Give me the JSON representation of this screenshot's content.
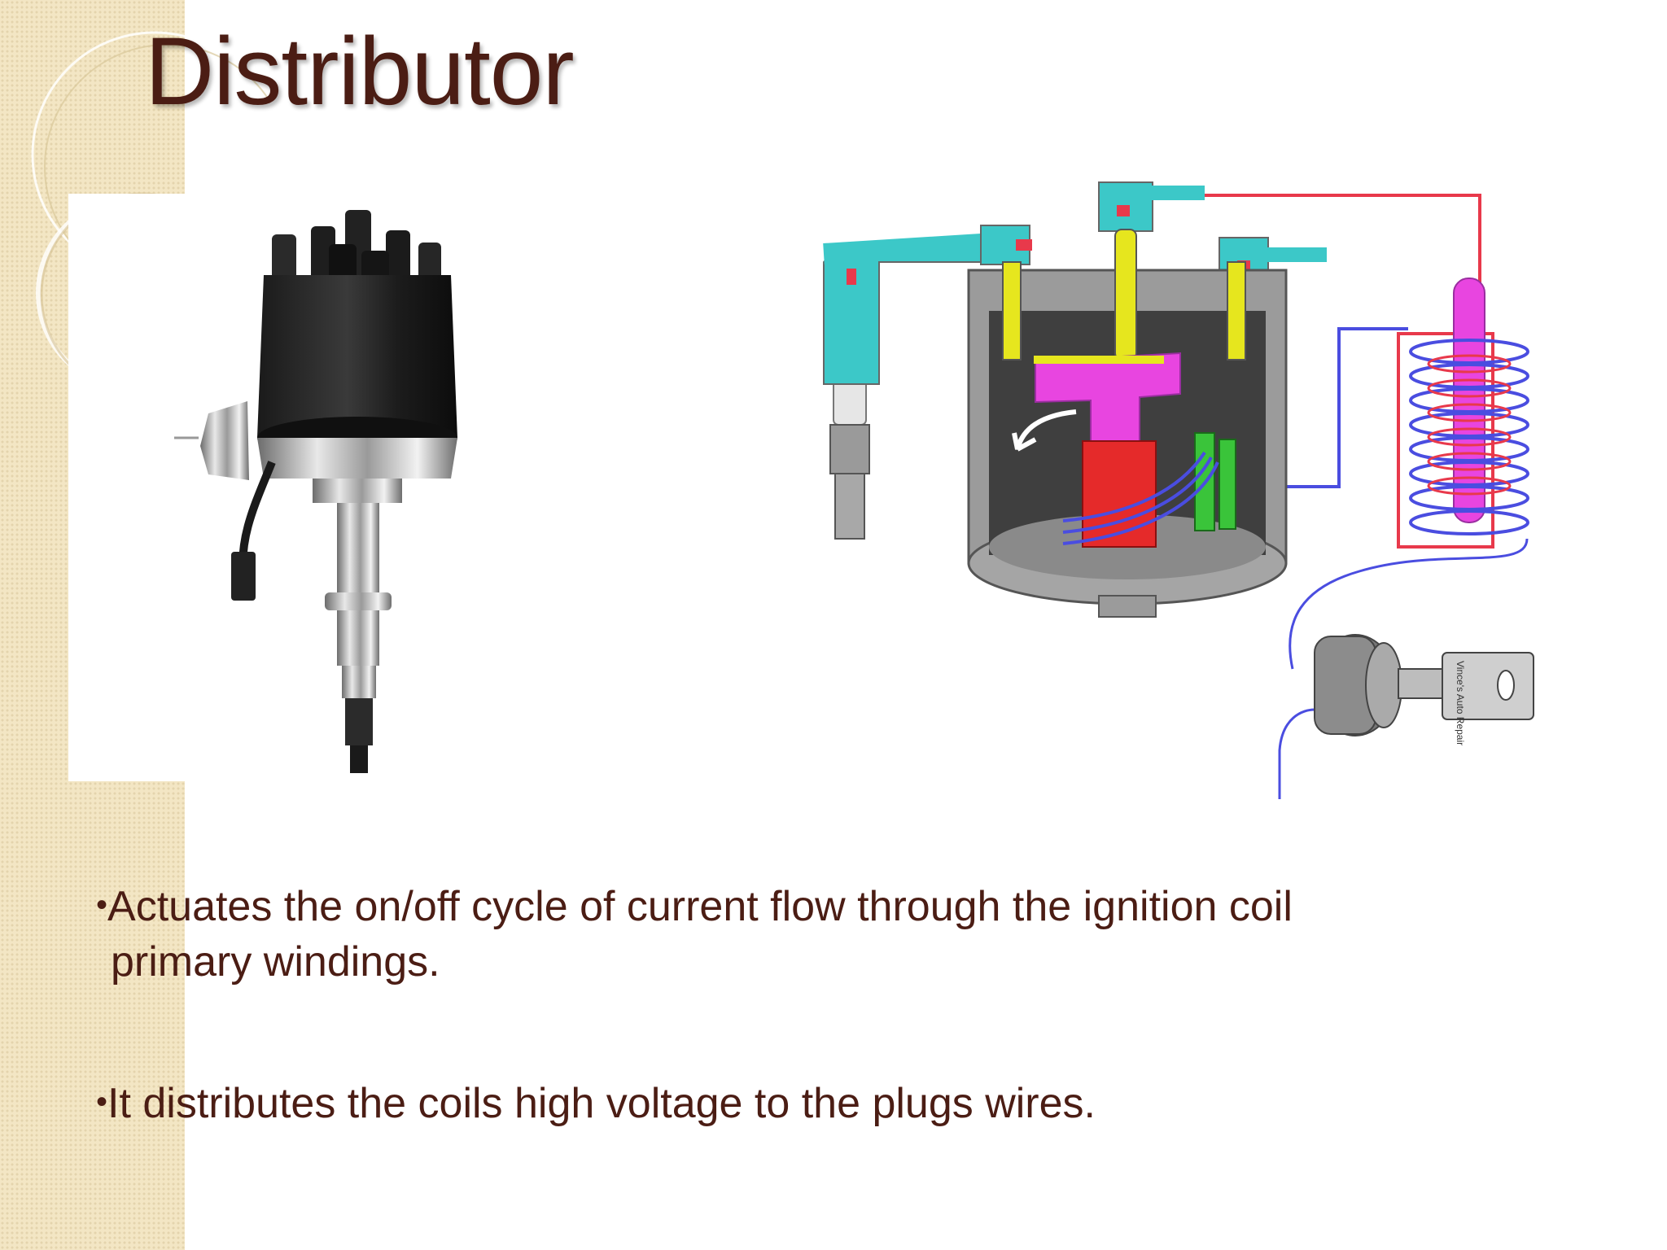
{
  "slide": {
    "title": "Distributor",
    "bullets": [
      {
        "marker": "•",
        "line1": "Actuates the on/off cycle of current flow through the ignition coil",
        "line2": "primary windings."
      },
      {
        "marker": "•",
        "line1": "It distributes the coils high voltage to the plugs wires."
      }
    ]
  },
  "diagram": {
    "key_tag_text": "Vince's Auto Repair"
  },
  "colors": {
    "title": "#4b1d14",
    "band": "#f3e6c4",
    "wire_red": "#e8394b",
    "wire_blue": "#4a4de0",
    "rotor": "#e845e0",
    "cap_teal": "#3cc8c8",
    "terminal_yellow": "#e6e61e",
    "pickup_red": "#e52a2a",
    "pickup_green": "#3ac43a"
  },
  "icons": [
    "distributor-photo",
    "ignition-system-diagram",
    "spark-plug-icon",
    "ignition-coil-icon",
    "ignition-key-icon"
  ]
}
